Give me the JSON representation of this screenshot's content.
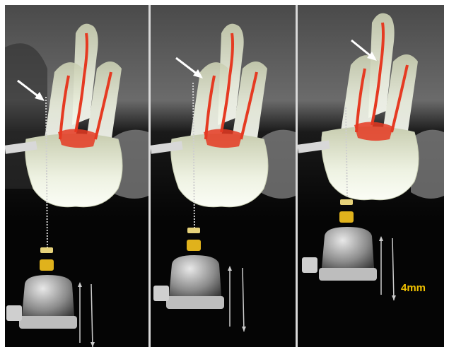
{
  "annotation": {
    "measurement_label": "4mm"
  },
  "colors": {
    "tooth": "#e9efd9",
    "pulp": "#e53a22",
    "arrow": "#ffffff",
    "stopper": "#e0b21c",
    "label": "#f2c200",
    "xray_bg": "#5a5a5a",
    "handpiece": "#9a9a9a"
  },
  "panels": [
    {
      "id": "panel-1",
      "file_depth": "full"
    },
    {
      "id": "panel-2",
      "file_depth": "medium"
    },
    {
      "id": "panel-3",
      "file_depth": "shallow"
    }
  ]
}
